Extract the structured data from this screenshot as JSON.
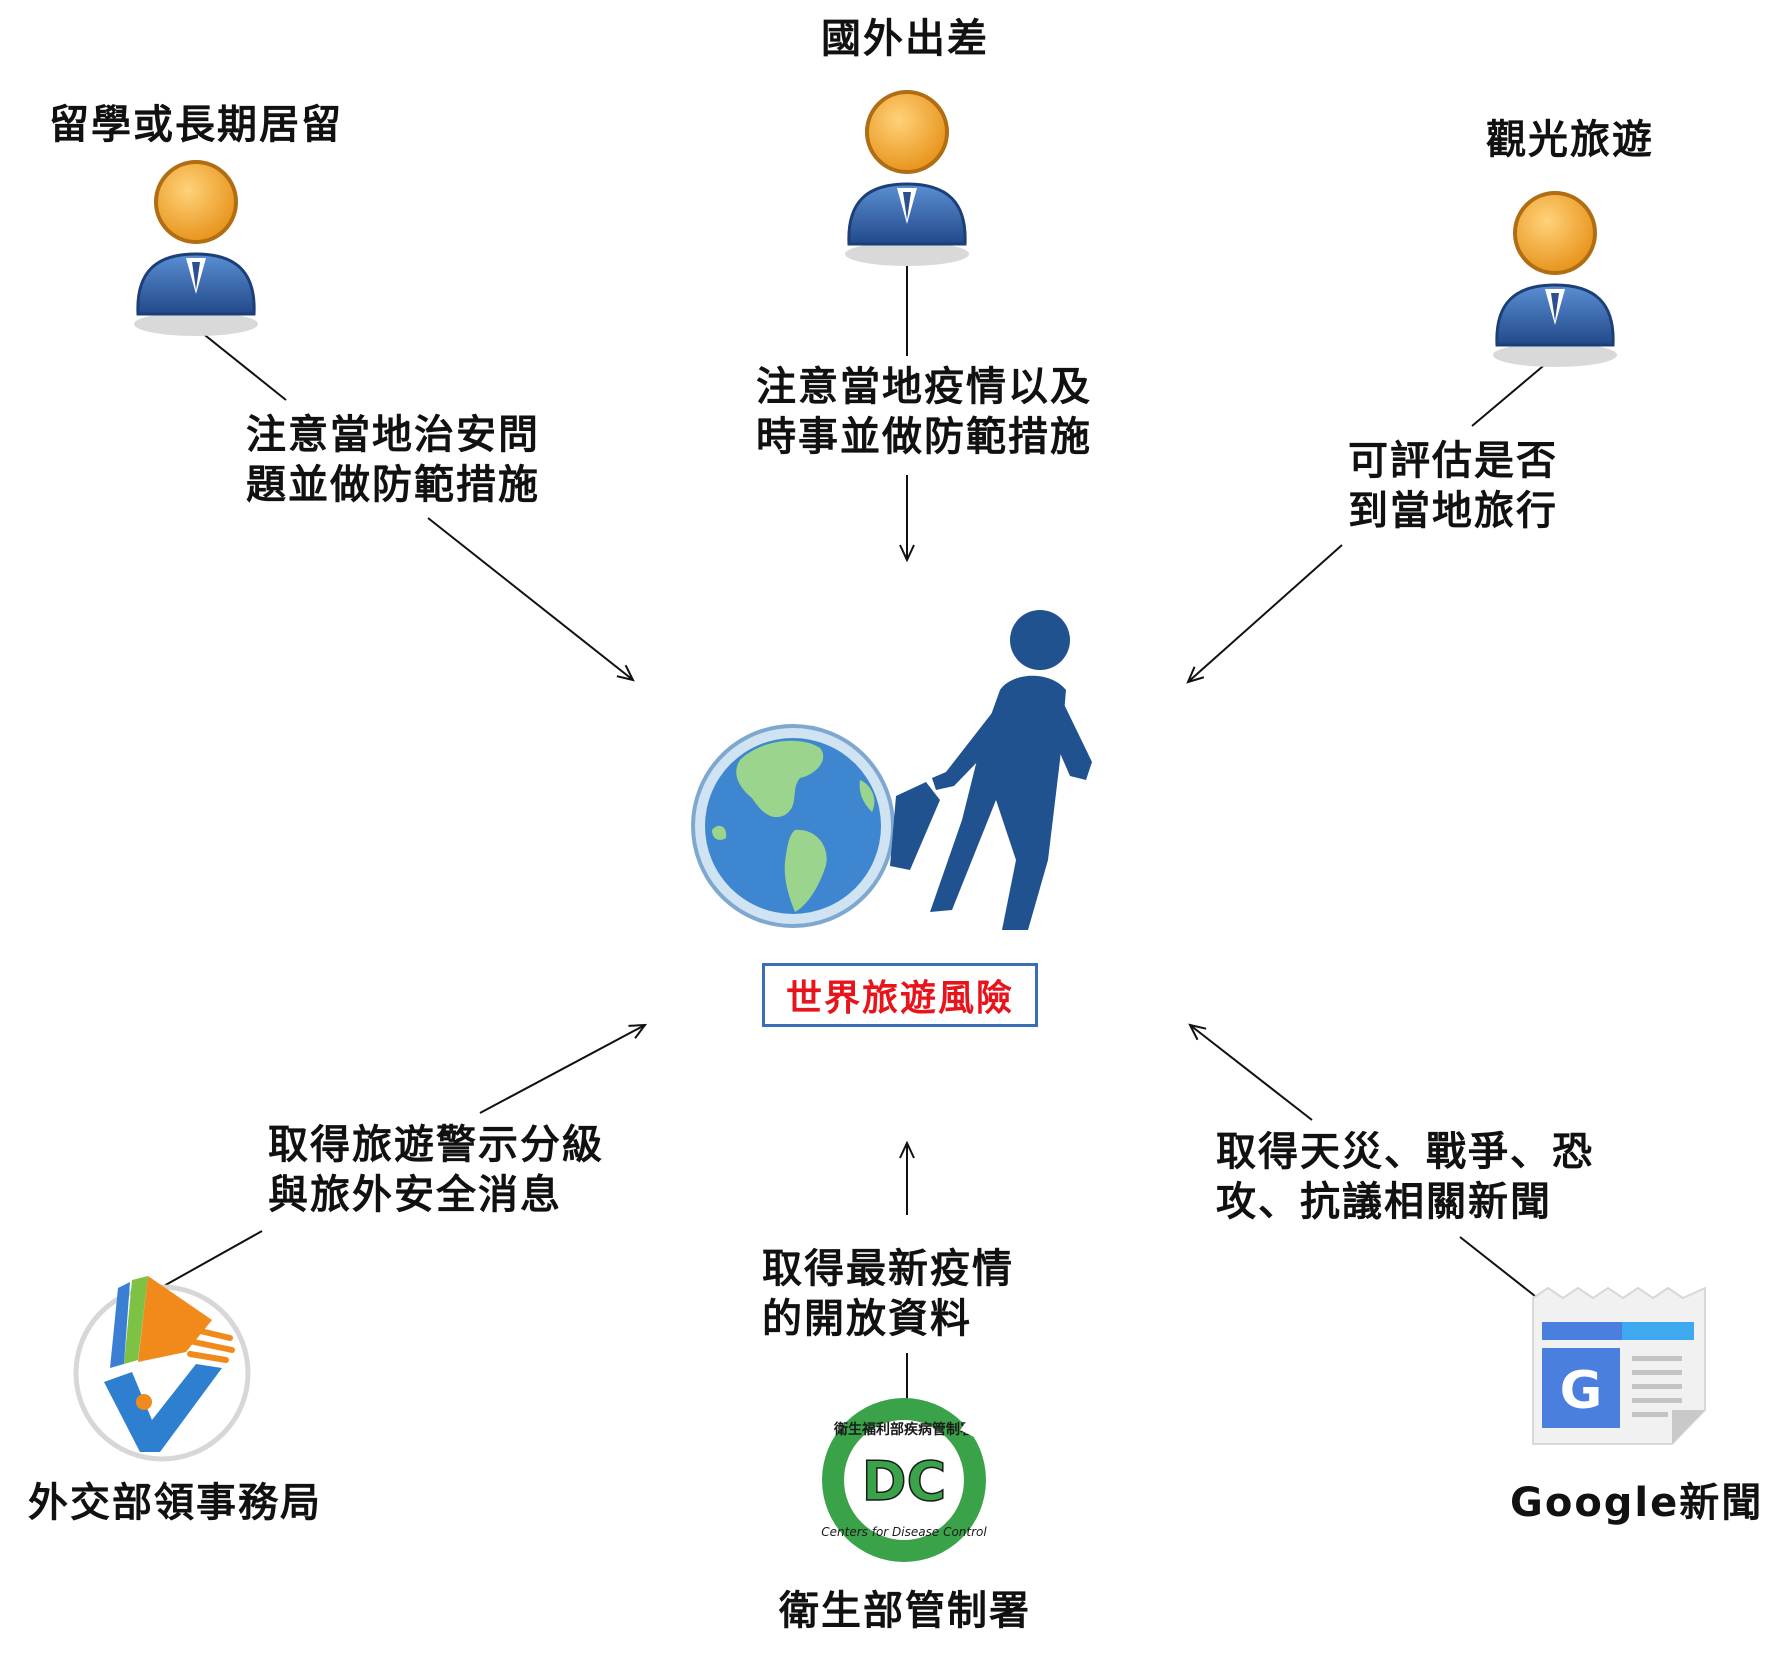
{
  "colors": {
    "person_head": "#f0a733",
    "person_body": "#3564a8",
    "walker": "#1f528f",
    "globe_ocean": "#3f86d0",
    "globe_land": "#9bd48d",
    "center_text": "#e8141c",
    "center_border": "#3a6eb5",
    "cdc_green": "#3aa34a",
    "google_blue": "#4a7fe0"
  },
  "center": {
    "label": "世界旅遊風險",
    "icon": "globe-traveler-icon"
  },
  "travelers": [
    {
      "label": "留學或長期居留",
      "icon": "person-icon",
      "edge_text": [
        "注意當地治安問",
        "題並做防範措施"
      ]
    },
    {
      "label": "國外出差",
      "icon": "person-icon",
      "edge_text": [
        "注意當地疫情以及",
        "時事並做防範措施"
      ]
    },
    {
      "label": "觀光旅遊",
      "icon": "person-icon",
      "edge_text": [
        "可評估是否",
        "到當地旅行"
      ]
    }
  ],
  "sources": [
    {
      "label": "外交部領事務局",
      "icon": "consular-affairs-logo",
      "edge_text": [
        "取得旅遊警示分級",
        "與旅外安全消息"
      ]
    },
    {
      "label": "衛生部管制署",
      "icon": "cdc-logo",
      "logo_text": {
        "top": "衛生福利部疾病管制署",
        "bottom": "Centers for Disease Control",
        "mark": "DC"
      },
      "edge_text": [
        "取得最新疫情",
        "的開放資料"
      ]
    },
    {
      "label": "Google新聞",
      "icon": "google-news-icon",
      "logo_text": {
        "mark": "G"
      },
      "edge_text": [
        "取得天災、戰爭、恐",
        "攻、抗議相關新聞"
      ]
    }
  ]
}
